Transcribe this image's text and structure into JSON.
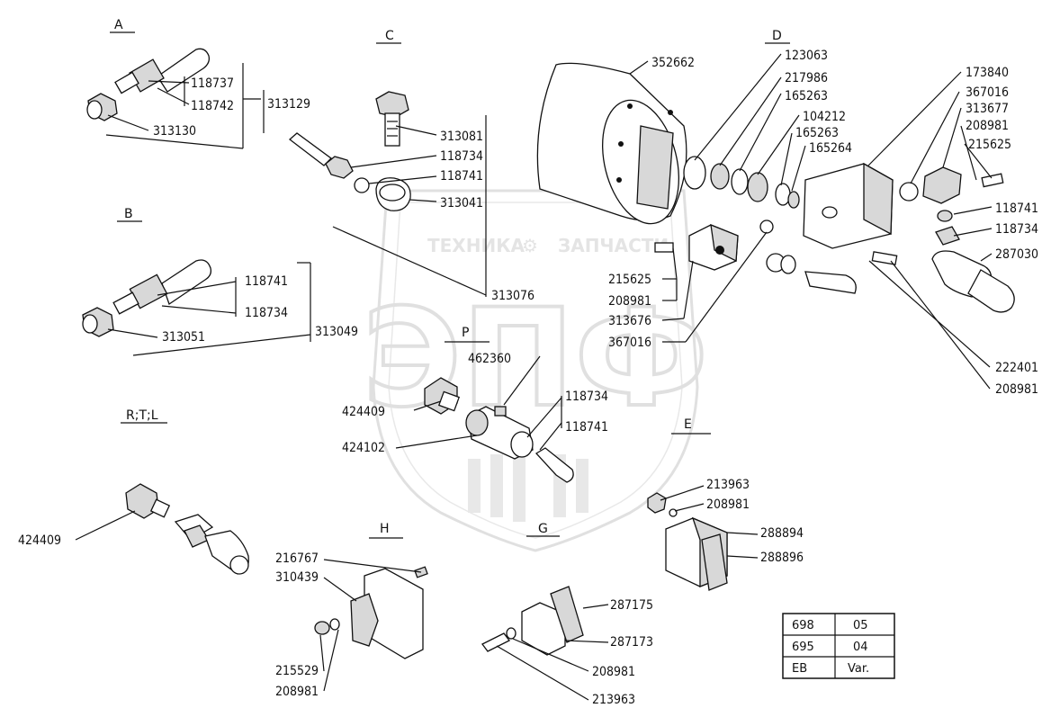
{
  "watermark": {
    "text_left": "ТЕХНИКА",
    "text_right": "ЗАПЧАСТИ",
    "logo": "ЭПФ",
    "gear_icon": "gear-icon"
  },
  "sections": {
    "A": "A",
    "B": "B",
    "C": "C",
    "D": "D",
    "P": "P",
    "RTL": "R;T;L",
    "E": "E",
    "H": "H",
    "G": "G"
  },
  "labels": {
    "a_118737": "118737",
    "a_118742": "118742",
    "a_313129": "313129",
    "a_313130": "313130",
    "b_118741": "118741",
    "b_118734": "118734",
    "b_313051": "313051",
    "b_313049": "313049",
    "c_313081": "313081",
    "c_118734": "118734",
    "c_118741": "118741",
    "c_313041": "313041",
    "c_313076": "313076",
    "d_352662": "352662",
    "d_123063": "123063",
    "d_217986": "217986",
    "d_165263a": "165263",
    "d_104212": "104212",
    "d_165263b": "165263",
    "d_165264": "165264",
    "d_173840": "173840",
    "d_367016a": "367016",
    "d_313677": "313677",
    "d_208981a": "208981",
    "d_215625a": "215625",
    "d_118741": "118741",
    "d_118734": "118734",
    "d_287030": "287030",
    "d_215625b": "215625",
    "d_208981b": "208981",
    "d_313676": "313676",
    "d_367016b": "367016",
    "d_222401": "222401",
    "d_208981c": "208981",
    "p_462360": "462360",
    "p_424409": "424409",
    "p_424102": "424102",
    "p_118734": "118734",
    "p_118741": "118741",
    "r_424409": "424409",
    "e_213963": "213963",
    "e_208981": "208981",
    "e_288894": "288894",
    "e_288896": "288896",
    "h_216767": "216767",
    "h_310439": "310439",
    "h_215529": "215529",
    "h_208981": "208981",
    "g_287175": "287175",
    "g_287173": "287173",
    "g_208981": "208981",
    "g_213963": "213963"
  },
  "table": {
    "rows": [
      [
        "698",
        "05"
      ],
      [
        "695",
        "04"
      ],
      [
        "EB",
        "Var."
      ]
    ]
  }
}
